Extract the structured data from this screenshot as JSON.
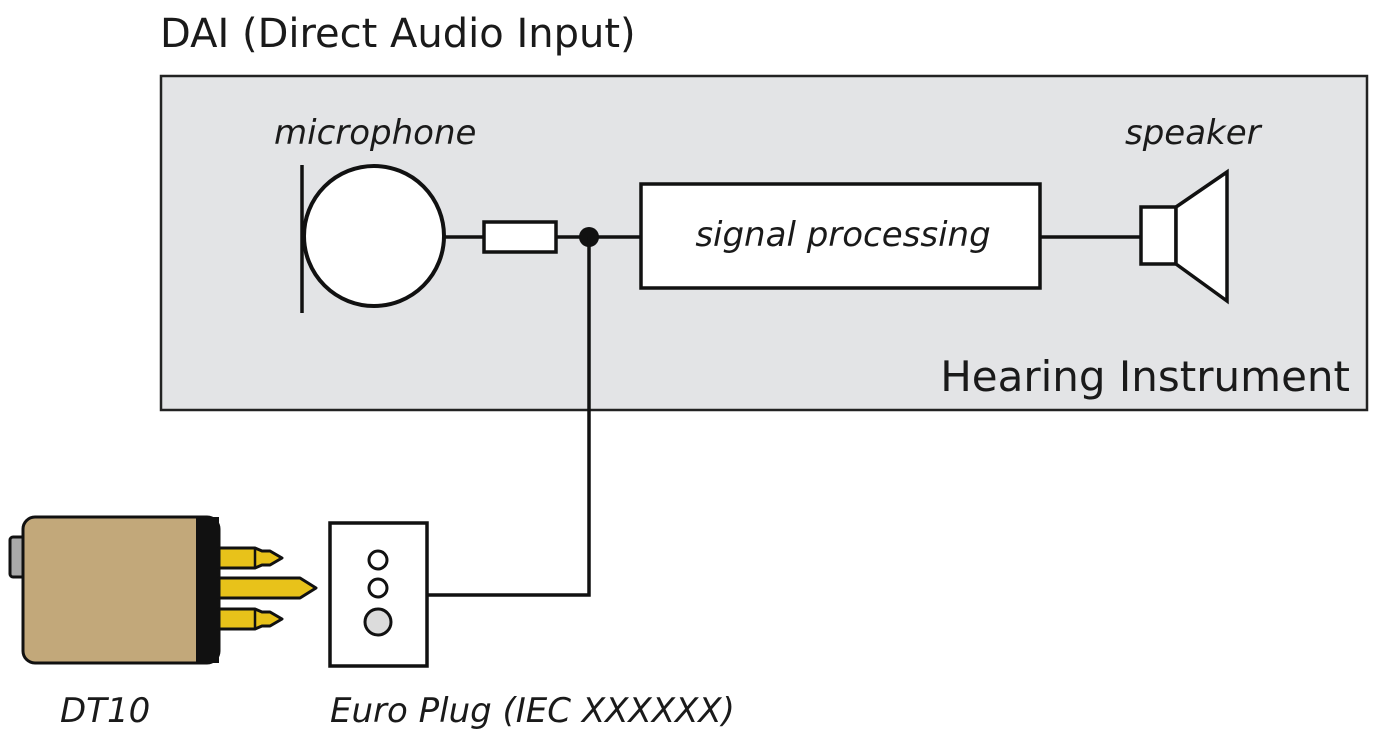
{
  "title": "DAI (Direct Audio Input)",
  "hearing_instrument": {
    "label": "Hearing Instrument",
    "microphone_label": "microphone",
    "signal_processing_label": "signal processing",
    "speaker_label": "speaker"
  },
  "devices": {
    "dt10_label": "DT10",
    "euro_plug_label": "Euro Plug (IEC XXXXXX)"
  },
  "colors": {
    "panel_fill": "#e3e4e6",
    "line": "#111111",
    "dt10_body": "#c2a87a",
    "pins": "#e8c21a"
  }
}
